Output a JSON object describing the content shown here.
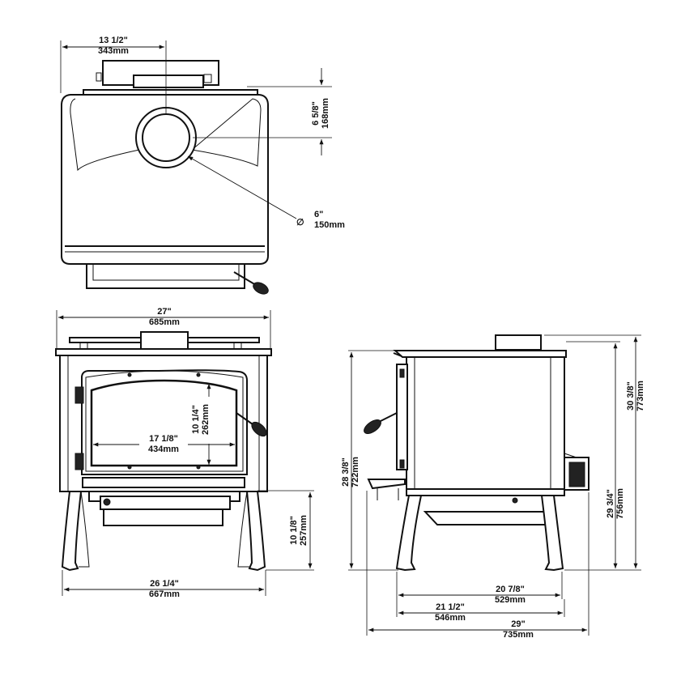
{
  "colors": {
    "line": "#111111",
    "background": "#ffffff"
  },
  "top_view": {
    "flue_offset": {
      "imperial": "13 1/2\"",
      "metric": "343mm"
    },
    "flue_depth": {
      "imperial": "6 5/8\"",
      "metric": "168mm"
    },
    "flue_diameter": {
      "symbol": "∅",
      "imperial": "6\"",
      "metric": "150mm"
    }
  },
  "front_view": {
    "overall_width": {
      "imperial": "27\"",
      "metric": "685mm"
    },
    "door_opening_height": {
      "imperial": "10 1/4\"",
      "metric": "262mm"
    },
    "door_opening_width": {
      "imperial": "17 1/8\"",
      "metric": "434mm"
    },
    "leg_height": {
      "imperial": "10 1/8\"",
      "metric": "257mm"
    },
    "leg_width": {
      "imperial": "26 1/4\"",
      "metric": "667mm"
    }
  },
  "side_view": {
    "top_height": {
      "imperial": "30 3/8\"",
      "metric": "773mm"
    },
    "front_height": {
      "imperial": "28 3/8\"",
      "metric": "722mm"
    },
    "flue_height": {
      "imperial": "29 3/4\"",
      "metric": "756mm"
    },
    "leg_depth": {
      "imperial": "20 7/8\"",
      "metric": "529mm"
    },
    "body_depth": {
      "imperial": "21 1/2\"",
      "metric": "546mm"
    },
    "overall_depth": {
      "imperial": "29\"",
      "metric": "735mm"
    }
  }
}
